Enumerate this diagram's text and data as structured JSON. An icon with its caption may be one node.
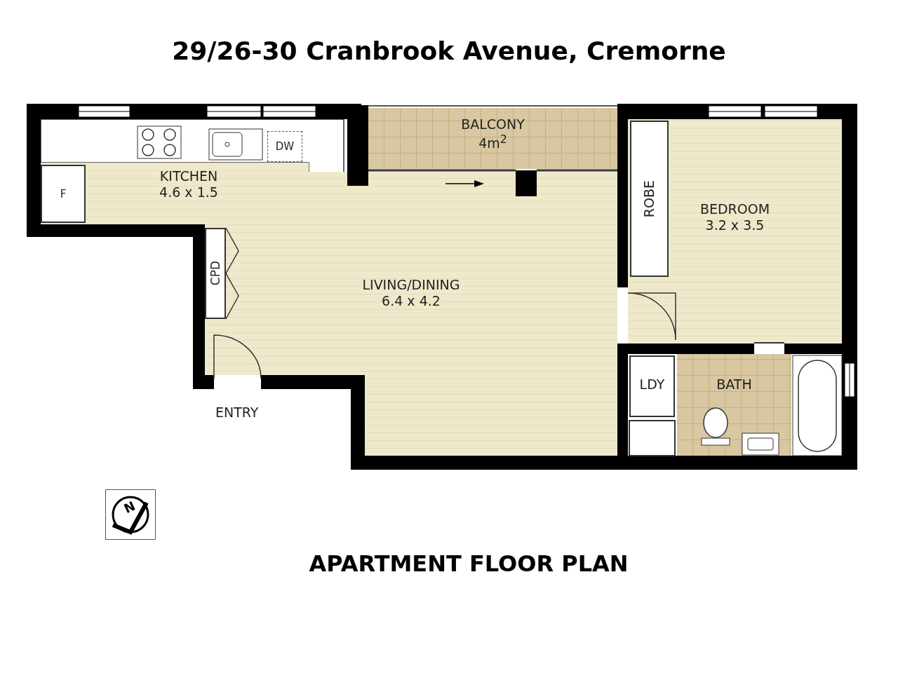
{
  "diagram": {
    "title": "29/26-30 Cranbrook Avenue, Cremorne",
    "caption": "APARTMENT FLOOR PLAN",
    "nodes": [
      {
        "text": [
          "KITCHEN",
          "4.6 x 1.5"
        ]
      },
      {
        "text": [
          "BALCONY",
          "4m$^{2}$"
        ]
      },
      {
        "text": [
          "BEDROOM",
          "3.2 x 3.5"
        ]
      },
      {
        "text": [
          "ROBE"
        ],
        "in": 2
      },
      {
        "text": [
          "F"
        ],
        "in": 0
      },
      {
        "text": [
          "DW"
        ]
      },
      {
        "text": [
          "CPD"
        ],
        "in": 7
      },
      {
        "text": [
          "LIVING/DINING",
          "6.4 x 4.2"
        ]
      },
      {
        "text": [
          "LDY"
        ]
      },
      {
        "text": [
          "BATH"
        ]
      }
    ],
    "edges": [],
    "labels": [
      "ENTRY",
      "N"
    ]
  }
}
